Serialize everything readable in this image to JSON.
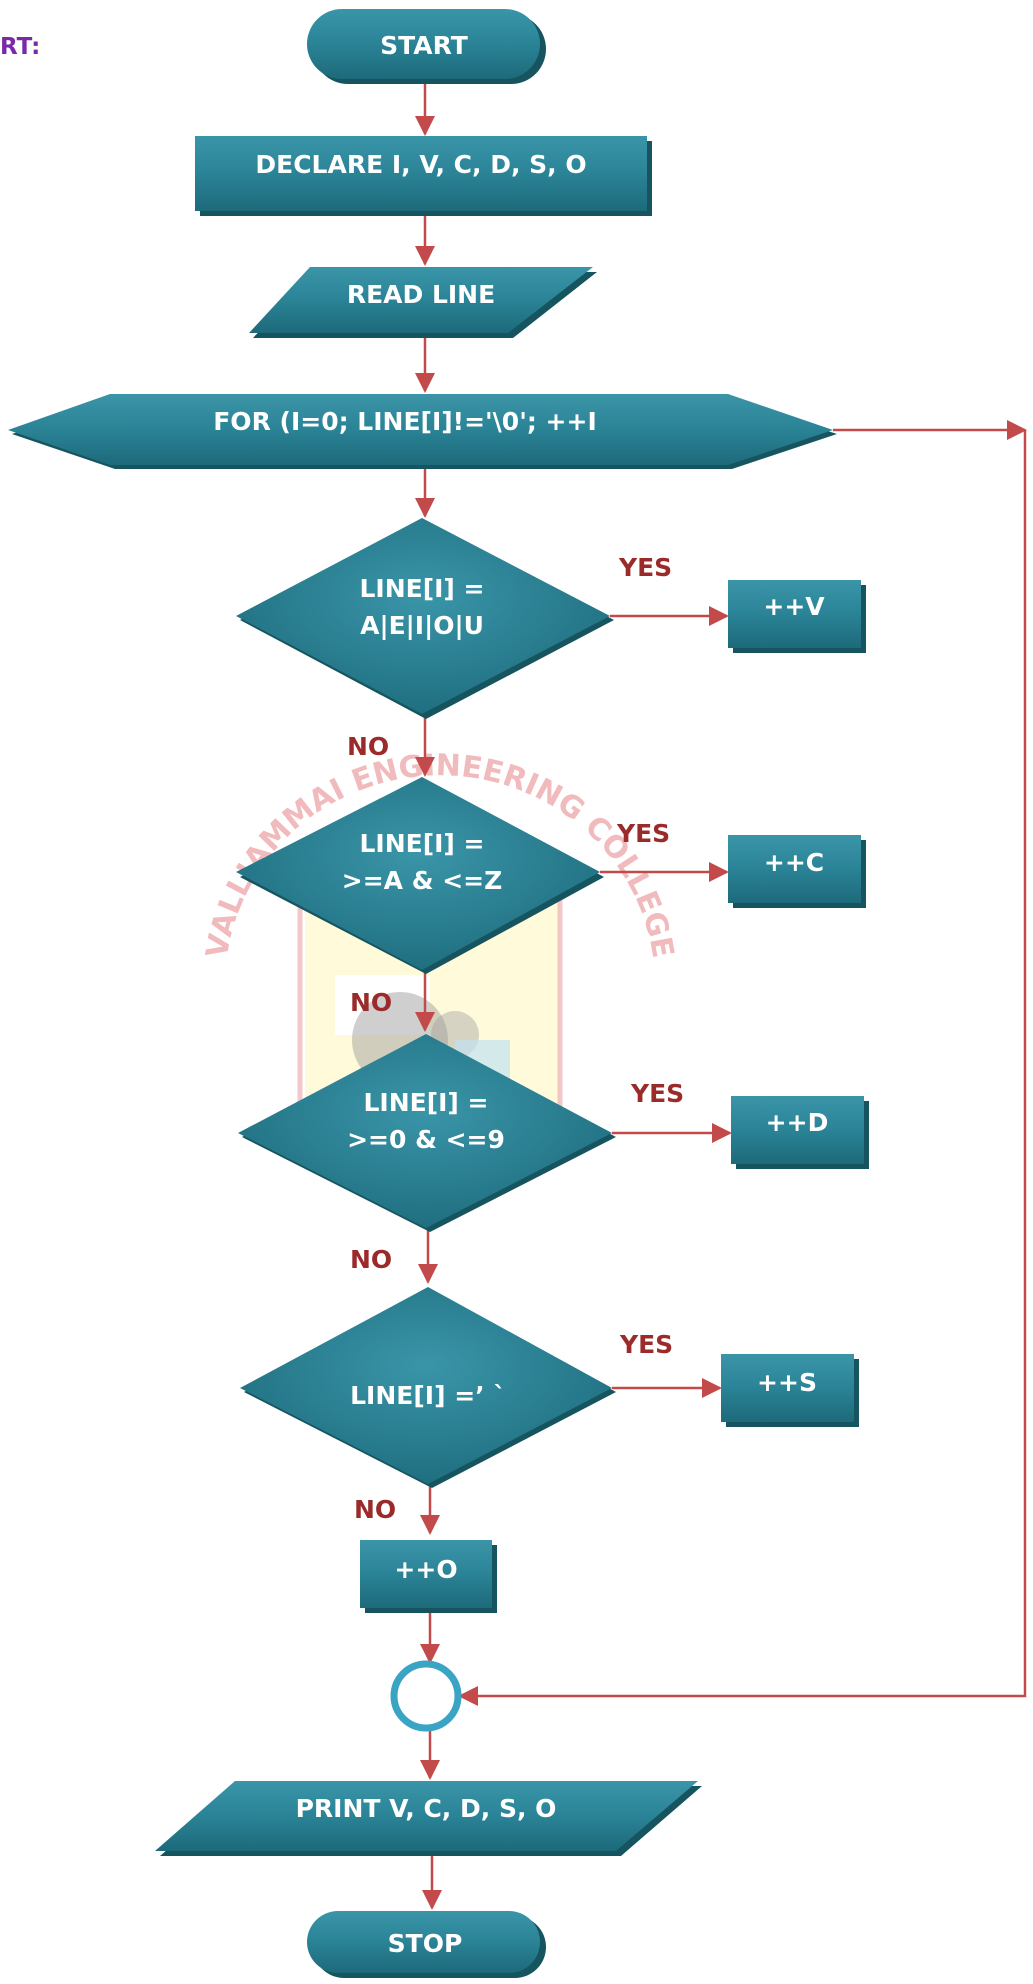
{
  "heading": "RT:",
  "watermark": {
    "arc_text": "VALLIAMMAI ENGINEERING COLLEGE"
  },
  "nodes": {
    "start": "START",
    "declare": "DECLARE I, V, C, D, S, O",
    "read": "READ LINE",
    "for_loop": "FOR (I=0; LINE[I]!='\\0'; ++I",
    "cond_vowel": [
      "LINE[I] =",
      "A|E|I|O|U"
    ],
    "cond_upper": [
      "LINE[I] =",
      ">=A & <=Z"
    ],
    "cond_digit": [
      "LINE[I] =",
      ">=0 & <=9"
    ],
    "cond_space": "LINE[I] =’ `",
    "inc_v": "++V",
    "inc_c": "++C",
    "inc_d": "++D",
    "inc_s": "++S",
    "inc_o": "++O",
    "print": "PRINT V, C, D, S, O",
    "stop": "STOP"
  },
  "labels": {
    "yes": "YES",
    "no": "NO"
  },
  "colors": {
    "node_fill": "#2a8396",
    "node_dark": "#16545f",
    "arrow": "#c24a4a",
    "label": "#9b2b2b",
    "connector": "#3aa4c4",
    "heading": "#7a2aa8"
  }
}
